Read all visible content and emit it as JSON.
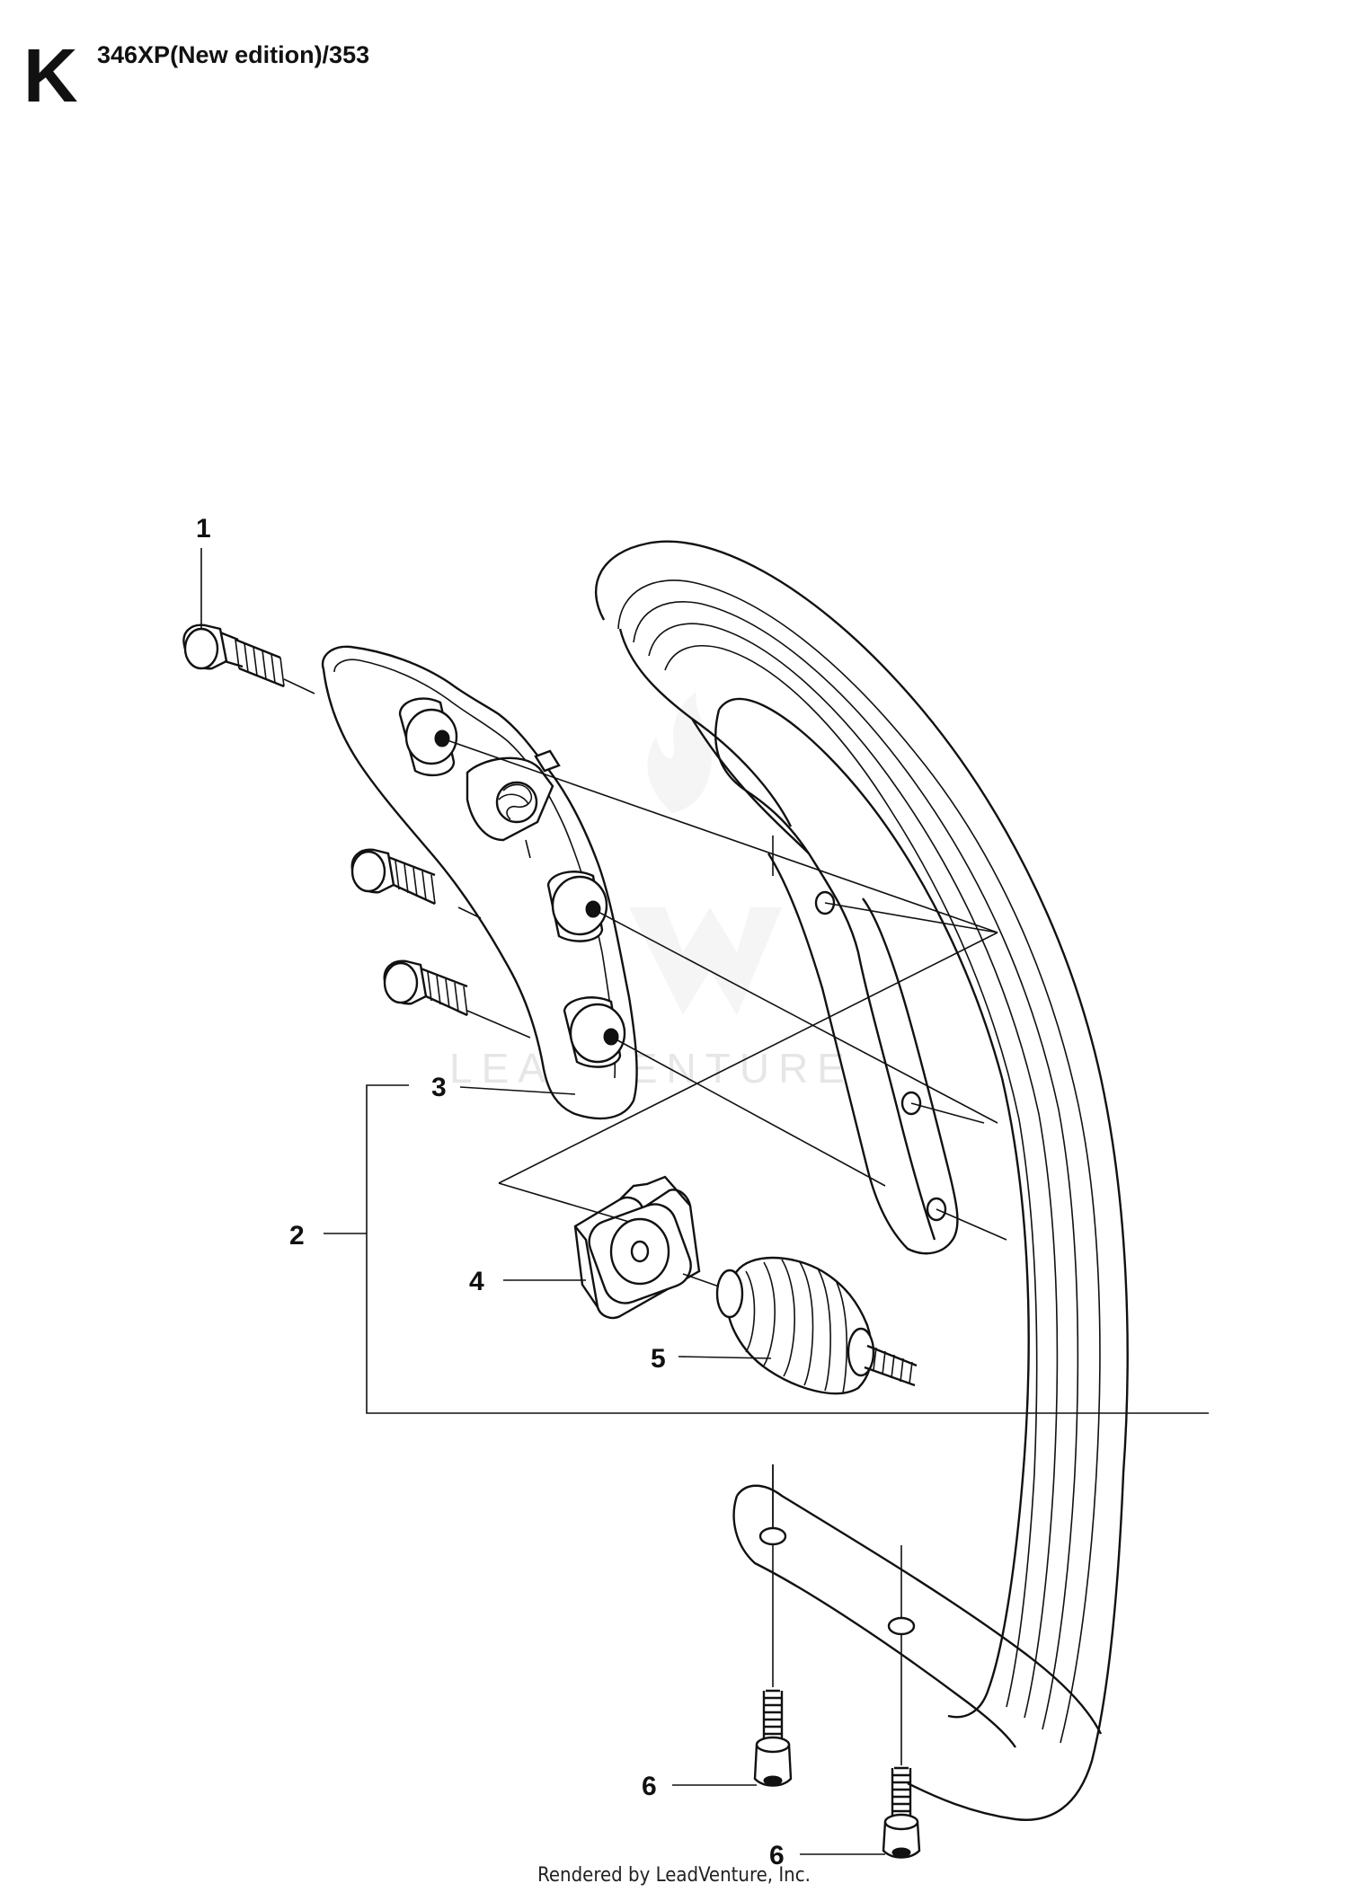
{
  "header": {
    "section_letter": "K",
    "model_title": "346XP(New edition)/353"
  },
  "callouts": [
    {
      "id": "1",
      "label": "1"
    },
    {
      "id": "2",
      "label": "2"
    },
    {
      "id": "3",
      "label": "3"
    },
    {
      "id": "4",
      "label": "4"
    },
    {
      "id": "5",
      "label": "5"
    },
    {
      "id": "6a",
      "label": "6"
    },
    {
      "id": "6b",
      "label": "6"
    }
  ],
  "watermark": {
    "text": "LEADVENTURE"
  },
  "footer": {
    "rendered_by": "Rendered by LeadVenture, Inc."
  },
  "colors": {
    "line": "#111111",
    "background": "#ffffff",
    "watermark": "#e6e6e6"
  }
}
